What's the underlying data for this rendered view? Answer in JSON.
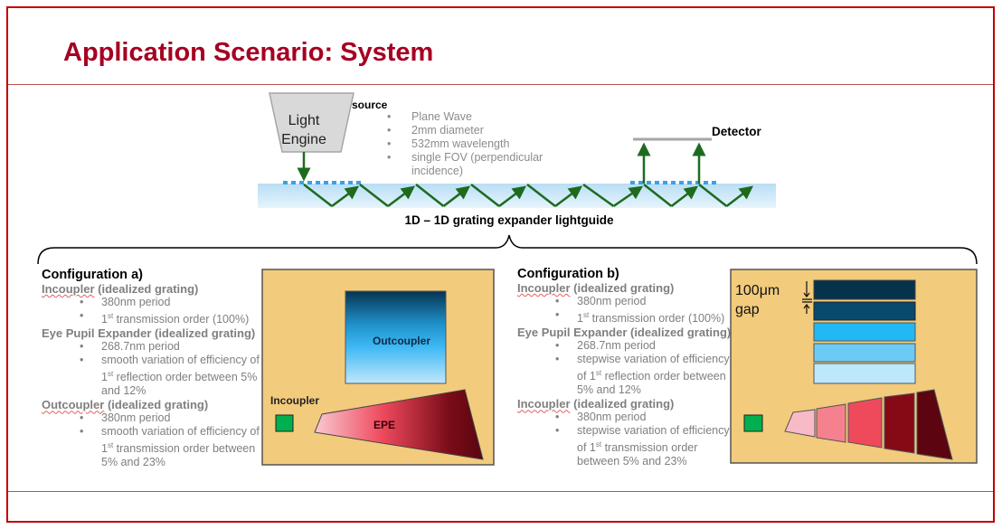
{
  "title": "Application Scenario: System",
  "top_diagram": {
    "light_engine": [
      "Light",
      "Engine"
    ],
    "source_label": "source",
    "source_items": [
      "Plane Wave",
      "2mm diameter",
      "532mm wavelength",
      "single FOV (perpendicular",
      "incidence)"
    ],
    "detector": "Detector",
    "caption": "1D – 1D grating expander lightguide"
  },
  "config_a": {
    "heading": "Configuration a)",
    "incoupler_title": "Incoupler",
    "incoupler_suffix": " (idealized grating)",
    "incoupler_items": [
      "380nm period",
      "1",
      "st",
      " transmission order (100%)"
    ],
    "epe_title": "Eye Pupil Expander (idealized grating)",
    "epe_items": [
      "268.7nm period",
      "smooth variation of efficiency of 1",
      "st",
      " reflection order between 5% and 12%"
    ],
    "outcoupler_title": "Outcoupler",
    "outcoupler_suffix": " (idealized grating)",
    "outcoupler_items": [
      "380nm period",
      "smooth variation of efficiency of 1",
      "st",
      " transmission order between 5% and 23%"
    ],
    "panel": {
      "outcoupler": "Outcoupler",
      "incoupler": "Incoupler",
      "epe": "EPE"
    }
  },
  "config_b": {
    "heading": "Configuration b)",
    "incoupler_title": "Incoupler",
    "incoupler_suffix": " (idealized grating)",
    "incoupler_items": [
      "380nm period",
      "1",
      "st",
      " transmission order (100%)"
    ],
    "epe_title": "Eye Pupil Expander (idealized grating)",
    "epe_items": [
      "268.7nm period",
      "stepwise variation of efficiency of 1",
      "st",
      " reflection order between 5% and 12%"
    ],
    "incoupler2_title": "Incoupler",
    "incoupler2_suffix": " (idealized grating)",
    "incoupler2_items": [
      "380nm period",
      "stepwise variation of efficiency of 1",
      "st",
      " transmission order between 5% and 23%"
    ],
    "panel": {
      "gap_value": "100μm",
      "gap_word": "gap"
    }
  },
  "colors": {
    "accent": "#a50021",
    "panel": "#f2cb7c",
    "ray": "#1e6b1e",
    "guide": "#c5e6f8",
    "grating": "#3aa0e8"
  }
}
